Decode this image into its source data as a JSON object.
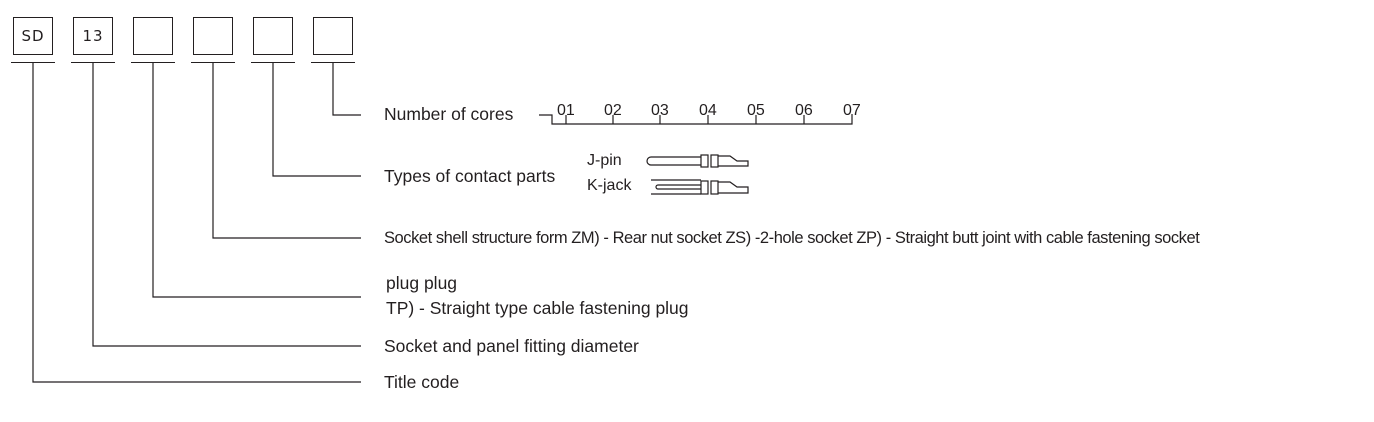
{
  "code_boxes": [
    "SD",
    "13",
    "",
    "",
    "",
    ""
  ],
  "labels": {
    "cores": "Number of cores",
    "contact": "Types of contact parts",
    "shell": "Socket shell structure form ZM) - Rear nut socket ZS) -2-hole socket ZP) - Straight butt joint with cable fastening socket",
    "plug_line1": "plug plug",
    "plug_line2": "TP) - Straight type cable fastening plug",
    "diameter": "Socket and panel fitting diameter",
    "title": "Title code"
  },
  "core_numbers": [
    "01",
    "02",
    "03",
    "04",
    "05",
    "06",
    "07"
  ],
  "contact_types": [
    "J-pin",
    "K-jack"
  ]
}
